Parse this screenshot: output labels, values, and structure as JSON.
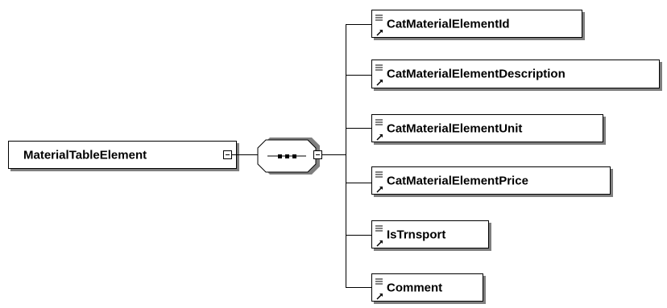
{
  "diagram": {
    "root": {
      "label": "MaterialTableElement"
    },
    "compositor": {
      "type": "sequence"
    },
    "children": [
      {
        "label": "CatMaterialElementId"
      },
      {
        "label": "CatMaterialElementDescription"
      },
      {
        "label": "CatMaterialElementUnit"
      },
      {
        "label": "CatMaterialElementPrice"
      },
      {
        "label": "IsTrnsport"
      },
      {
        "label": "Comment"
      }
    ]
  }
}
